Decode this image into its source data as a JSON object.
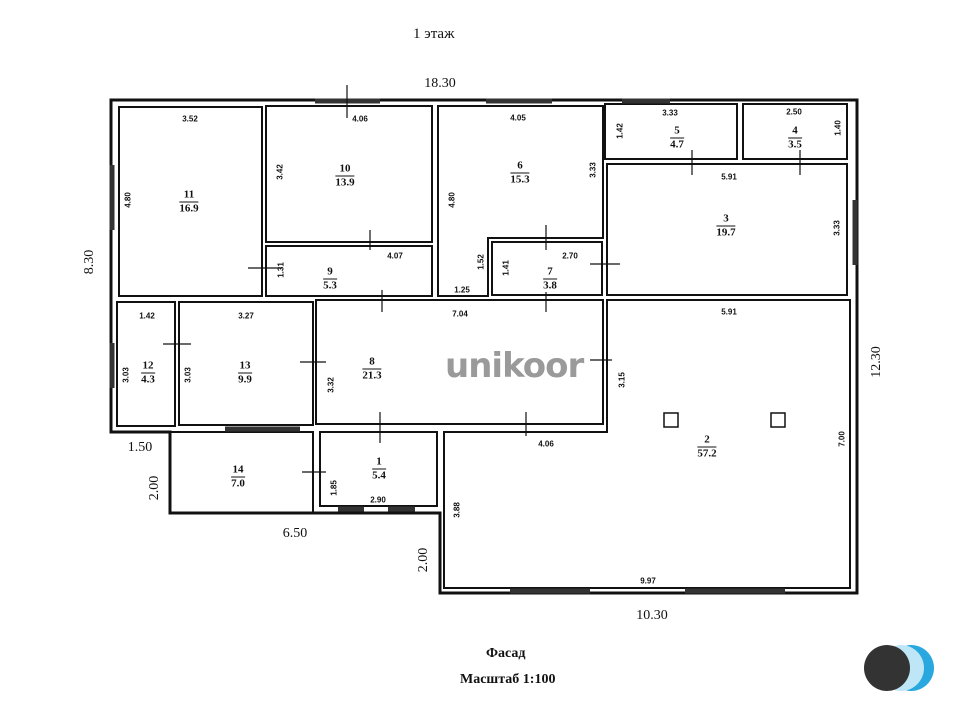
{
  "title": "1 этаж",
  "exterior_dims": {
    "top": "18.30",
    "left": "8.30",
    "right": "12.30",
    "step_h": "1.50",
    "step_v": "2.00",
    "bottom_left": "6.50",
    "bottom_step_v": "2.00",
    "bottom": "10.30"
  },
  "rooms": [
    {
      "number": "1",
      "area": "5.4"
    },
    {
      "number": "2",
      "area": "57.2"
    },
    {
      "number": "3",
      "area": "19.7"
    },
    {
      "number": "4",
      "area": "3.5"
    },
    {
      "number": "5",
      "area": "4.7"
    },
    {
      "number": "6",
      "area": "15.3"
    },
    {
      "number": "7",
      "area": "3.8"
    },
    {
      "number": "8",
      "area": "21.3"
    },
    {
      "number": "9",
      "area": "5.3"
    },
    {
      "number": "10",
      "area": "13.9"
    },
    {
      "number": "11",
      "area": "16.9"
    },
    {
      "number": "12",
      "area": "4.3"
    },
    {
      "number": "13",
      "area": "9.9"
    },
    {
      "number": "14",
      "area": "7.0"
    }
  ],
  "inner_dims": [
    "3.52",
    "4.80",
    "4.06",
    "3.42",
    "4.05",
    "4.80",
    "3.33",
    "3.33",
    "1.42",
    "2.50",
    "1.40",
    "5.91",
    "3.33",
    "4.07",
    "1.31",
    "1.52",
    "1.25",
    "2.70",
    "1.41",
    "1.42",
    "3.03",
    "3.03",
    "3.27",
    "3.32",
    "7.04",
    "3.15",
    "5.91",
    "4.06",
    "7.00",
    "1.85",
    "2.90",
    "3.88",
    "9.97"
  ],
  "footer": {
    "facade": "Фасад",
    "scale": "Масштаб 1:100"
  },
  "watermark": "unikoor",
  "colors": {
    "wall": "#111111",
    "watermark": "#7a7a7a",
    "logo_dark": "#333333",
    "logo_blue": "#29a8e0"
  }
}
